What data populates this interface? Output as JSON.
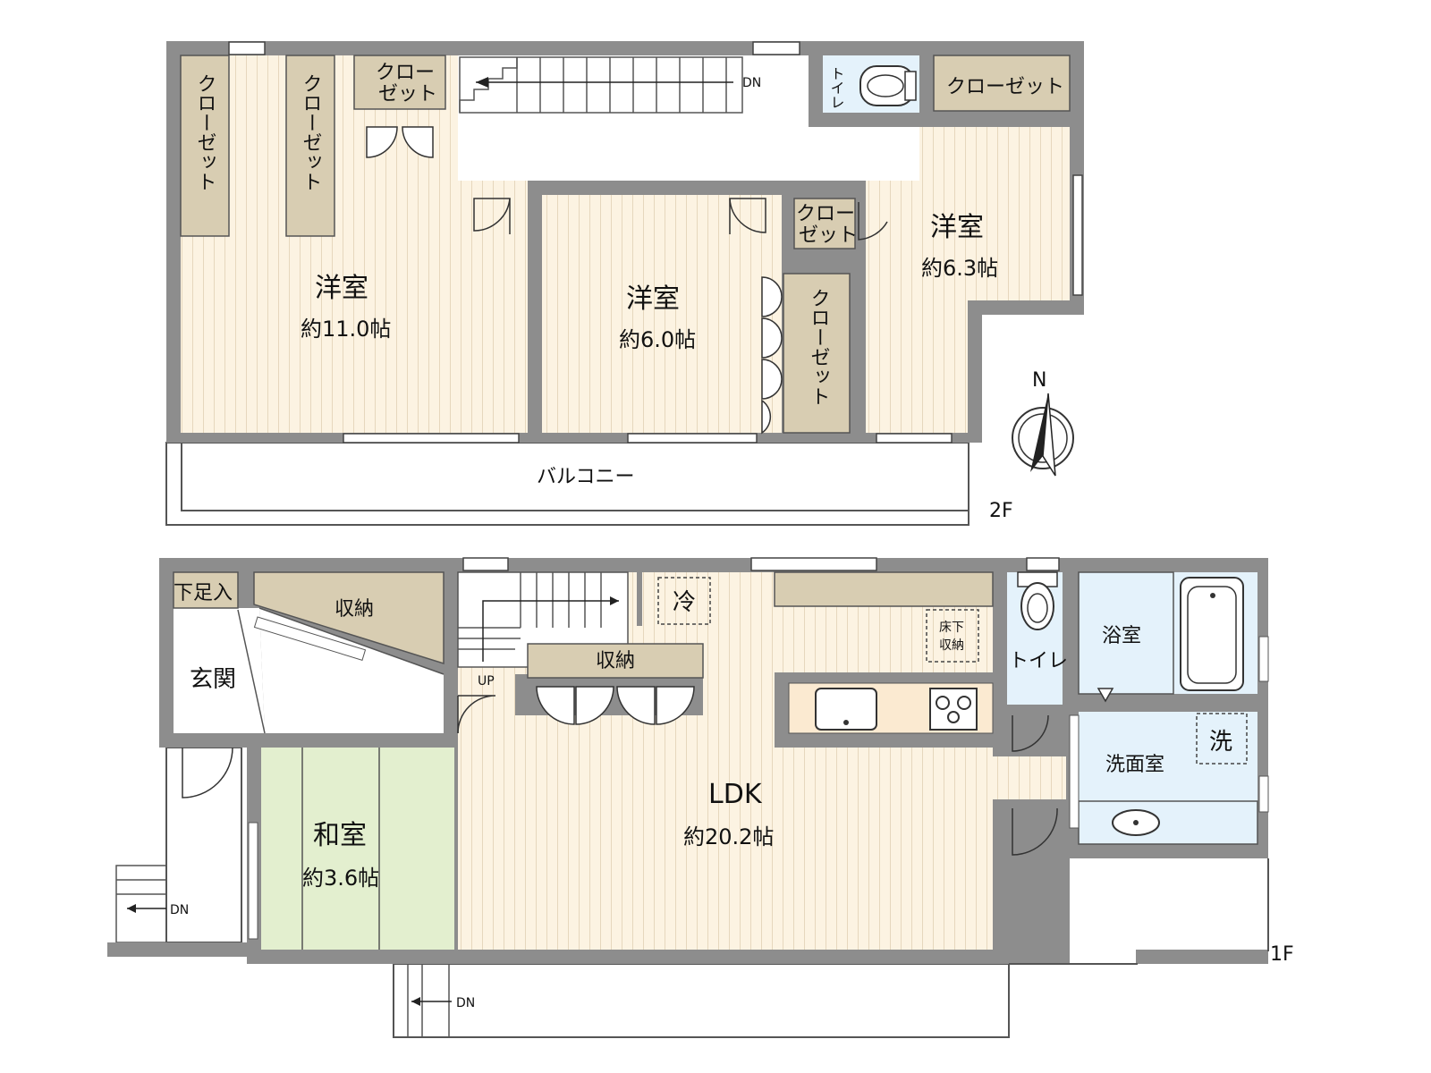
{
  "floor2": {
    "level_label": "2F",
    "room_large": {
      "name": "洋室",
      "area": "約11.0帖"
    },
    "room_middle": {
      "name": "洋室",
      "area": "約6.0帖"
    },
    "room_right": {
      "name": "洋室",
      "area": "約6.3帖"
    },
    "closet_vertical_1": "クローゼット",
    "closet_vertical_2": "クローゼット",
    "closet_small_top_a": "クロー",
    "closet_small_top_b": "ゼット",
    "closet_top_right": "クローゼット",
    "closet_small_mid_a": "クロー",
    "closet_small_mid_b": "ゼット",
    "closet_vertical_3": "クローゼット",
    "toilet": "トイレ",
    "stairs_dn": "DN",
    "balcony": "バルコニー",
    "compass_n": "N"
  },
  "floor1": {
    "level_label": "1F",
    "ldk": {
      "name": "LDK",
      "area": "約20.2帖"
    },
    "washitsu": {
      "name": "和室",
      "area": "約3.6帖"
    },
    "genkan": "玄関",
    "shoe_storage": "下足入",
    "storage_entry": "収納",
    "storage_ldk": "収納",
    "fridge": "冷",
    "underfloor_a": "床下",
    "underfloor_b": "収納",
    "toilet": "トイレ",
    "bath": "浴室",
    "washroom": "洗面室",
    "washer": "洗",
    "stairs_up": "UP",
    "step_dn_left": "DN",
    "step_dn_bottom": "DN"
  }
}
